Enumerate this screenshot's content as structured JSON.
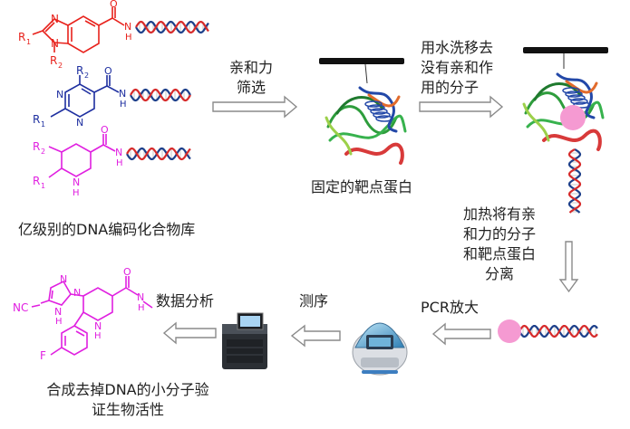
{
  "labels": {
    "step_affinity_line1": "亲和力",
    "step_affinity_line2": "筛选",
    "step_wash_line1": "用水洗移去",
    "step_wash_line2": "没有亲和作",
    "step_wash_line3": "用的分子",
    "target_protein": "固定的靶点蛋白",
    "library": "亿级别的DNA编码化合物库",
    "heat_line1": "加热将有亲",
    "heat_line2": "和力的分子",
    "heat_line3": "和靶点蛋白",
    "heat_line4": "分离",
    "pcr": "PCR放大",
    "sequencing": "测序",
    "data_analysis": "数据分析",
    "synth_line1": "合成去掉DNA的小分子验",
    "synth_line2": "证生物活性"
  },
  "chem": {
    "mol1": {
      "r1": "R",
      "r1_sub": "1",
      "r2": "R",
      "r2_sub": "2",
      "n1": "N",
      "n2": "N",
      "o": "O",
      "nh_n": "N",
      "nh_h": "H"
    },
    "mol2": {
      "r1": "R",
      "r1_sub": "1",
      "r2": "R",
      "r2_sub": "2",
      "n1": "N",
      "n2": "N",
      "o": "O",
      "nh_n": "N",
      "nh_h": "H"
    },
    "mol3": {
      "r1": "R",
      "r1_sub": "1",
      "r2": "R",
      "r2_sub": "2",
      "n": "N",
      "n_h": "H",
      "o": "O",
      "nh_n": "N",
      "nh_h": "H"
    },
    "final": {
      "nc": "NC",
      "ring_n1": "N",
      "ring_n2": "N",
      "ring_n3": "N",
      "ring_h": "H",
      "pip_n": "N",
      "pip_h": "H",
      "o": "O",
      "nh_n": "N",
      "nh_h": "H",
      "f": "F"
    }
  },
  "colors": {
    "mol1": "#e8221c",
    "mol2": "#1e2fa0",
    "mol3": "#e020e0",
    "final": "#e020e0",
    "dna_blue": "#1c3f8a",
    "dna_red": "#d62a2a",
    "bead": "#f59ad2",
    "arrow_outline": "#8a8a8a"
  }
}
